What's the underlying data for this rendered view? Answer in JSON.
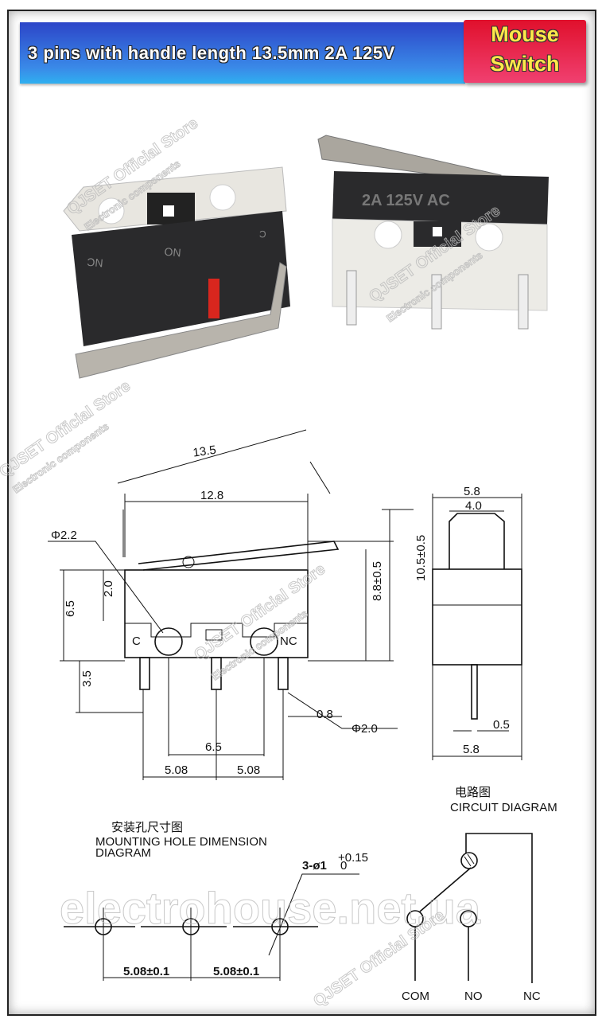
{
  "banner": {
    "title": "3 pins with handle length 13.5mm 2A 125V",
    "badge_line1": "Mouse",
    "badge_line2": "Switch",
    "colors": {
      "banner": "#2f6ad8",
      "badge": "#e8204a",
      "badge_text": "#ffe84a"
    }
  },
  "photos": {
    "left_switch_labels": {
      "nc": "NC",
      "no": "NO",
      "c": "C"
    },
    "right_switch_rating": "2A 125V AC"
  },
  "dimension_drawing": {
    "handle_length": "13.5",
    "body_length": "12.8",
    "phi_large": "Φ2.2",
    "body_height": "6.5",
    "hole_height": "2.0",
    "actuator_height": "8.8±0.5",
    "total_height": "10.5±0.5",
    "pin_length": "3.5",
    "pin_width": "0.8",
    "phi_small": "Φ2.0",
    "pin_span": "6.5",
    "pitch_left": "5.08",
    "pitch_right": "5.08",
    "label_c": "C",
    "label_nc": "NC",
    "side_width_top": "5.8",
    "side_actuator_width": "4.0",
    "side_pin_thickness": "0.5",
    "side_width_bottom": "5.8"
  },
  "mounting": {
    "title_cn": "安装孔尺寸图",
    "title_en_1": "MOUNTING HOLE DIMENSION",
    "title_en_2": "DIAGRAM",
    "hole_spec": "3-ø1",
    "hole_tol_upper": "+0.15",
    "hole_tol_lower": "0",
    "pitch_1": "5.08±0.1",
    "pitch_2": "5.08±0.1"
  },
  "circuit": {
    "title_cn": "电路图",
    "title_en": "CIRCUIT DIAGRAM",
    "terminals": [
      "COM",
      "NO",
      "NC"
    ]
  },
  "watermarks": {
    "store": "QJSET Official Store",
    "sub": "Electronic components",
    "site": "electrohouse.net.ua"
  }
}
